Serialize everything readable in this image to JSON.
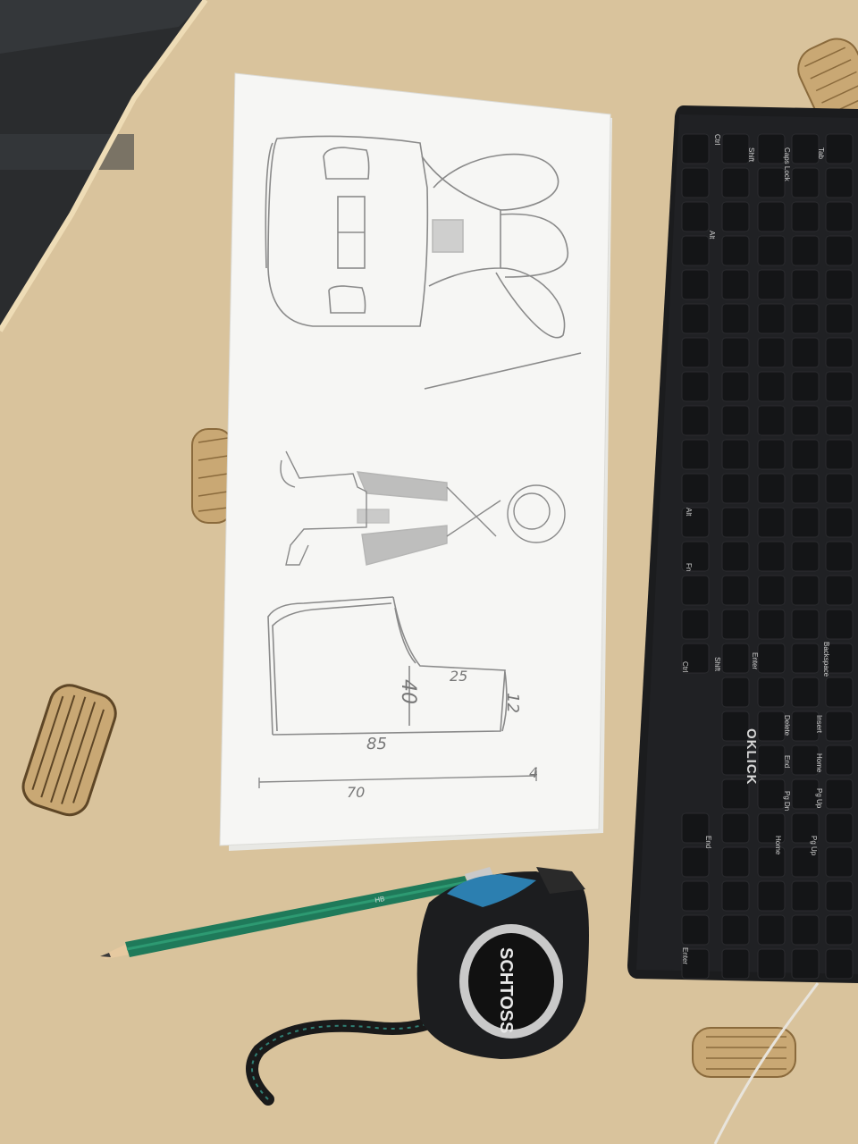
{
  "sketch": {
    "dimension_labels": {
      "height": "40",
      "depth_top": "25",
      "side": "12",
      "bottom": "85",
      "ruler_end": "4",
      "ruler": "70"
    }
  },
  "keyboard": {
    "brand": "OKLICK",
    "keys": {
      "ctrl": "Ctrl",
      "shift": "Shift",
      "caps": "Caps Lock",
      "tab": "Tab",
      "alt": "Alt",
      "fn": "Fn",
      "enter": "Enter",
      "backspace": "Backspace",
      "delete": "Delete",
      "insert": "Insert",
      "home": "Home",
      "end": "End",
      "pgdn": "Pg Dn",
      "pgup": "Pg Up"
    }
  },
  "pencil": {
    "brand": "HB"
  },
  "tape_measure": {
    "brand": "SCHTOSS"
  },
  "colors": {
    "desk": "#d9c39c",
    "paper": "#f5f5f3",
    "keyboard": "#1b1c1e",
    "pencil": "#1f7a5a",
    "tape_blue": "#2c7fb0"
  }
}
